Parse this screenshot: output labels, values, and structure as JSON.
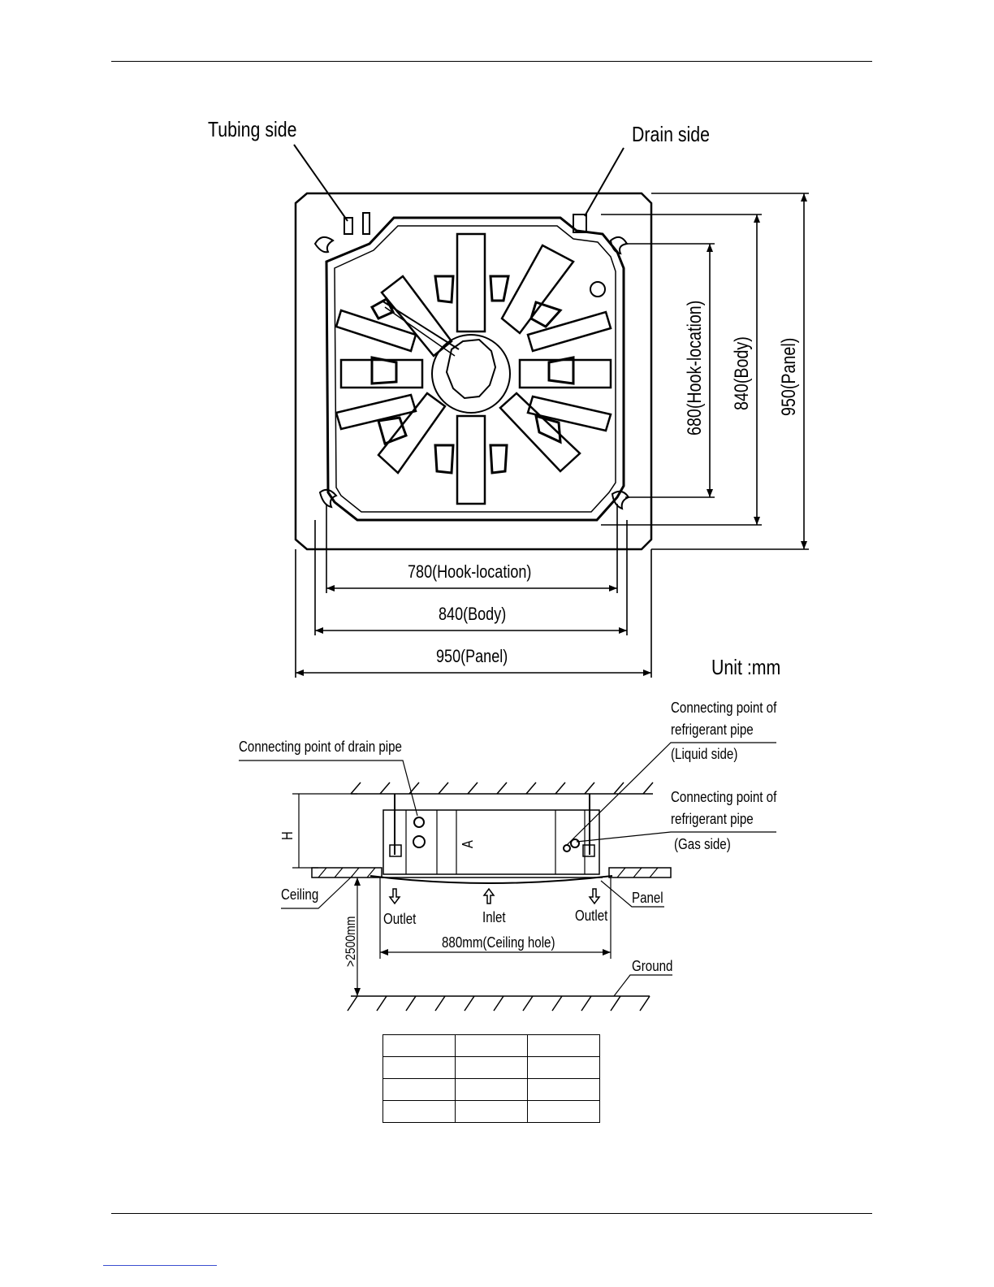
{
  "top_view": {
    "tubing_side": "Tubing side",
    "drain_side": "Drain side",
    "dim_hook_h": "780(Hook-location)",
    "dim_body_h": "840(Body)",
    "dim_panel_h": "950(Panel)",
    "dim_hook_v": "680(Hook-location)",
    "dim_body_v": "840(Body)",
    "dim_panel_v": "950(Panel)",
    "unit": "Unit :mm"
  },
  "side_view": {
    "drain_point": "Connecting point of drain pipe",
    "liquid_line1": "Connecting point of",
    "liquid_line2": "refrigerant pipe",
    "liquid_line3": "(Liquid side)",
    "gas_line1": "Connecting point of",
    "gas_line2": "refrigerant pipe",
    "gas_line3": "(Gas side)",
    "h_label": "H",
    "a_label": "A",
    "ceiling": "Ceiling",
    "panel": "Panel",
    "outlet_left": "Outlet",
    "inlet": "Inlet",
    "outlet_right": "Outlet",
    "ceiling_hole": "880mm(Ceiling hole)",
    "height_min": ">2500mm",
    "ground": "Ground"
  },
  "table": {
    "rows": 4,
    "cols": 3
  }
}
